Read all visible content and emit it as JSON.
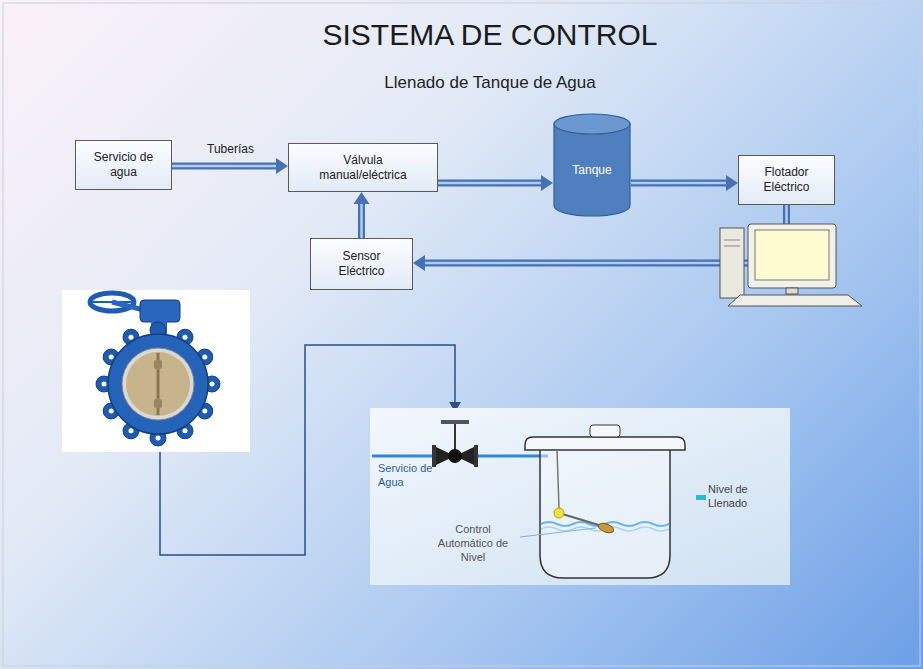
{
  "diagram": {
    "title": "SISTEMA DE CONTROL",
    "nodes": [
      {
        "text": [
          "Servicio de agua"
        ]
      },
      {
        "text": [
          "Válvula manual/eléctrica"
        ]
      },
      {
        "text": [
          "Tanque"
        ]
      },
      {
        "text": [
          "Flotador Eléctrico"
        ]
      },
      {
        "text": [
          "Sensor Eléctrico"
        ]
      }
    ],
    "edges": [
      {
        "from": 0,
        "to": 1,
        "label": "Tuberías",
        "arrow": "to"
      },
      {
        "from": 1,
        "to": 2,
        "arrow": "to"
      },
      {
        "from": 2,
        "to": 3,
        "arrow": "to"
      },
      {
        "from": 3,
        "to": 4,
        "arrow": "to"
      },
      {
        "from": 4,
        "to": 1,
        "arrow": "to"
      }
    ],
    "labels": [
      "Llenado de Tanque de Agua",
      "Servicio de Agua",
      "Control Automático de Nivel",
      "Nivel de Llenado"
    ]
  }
}
